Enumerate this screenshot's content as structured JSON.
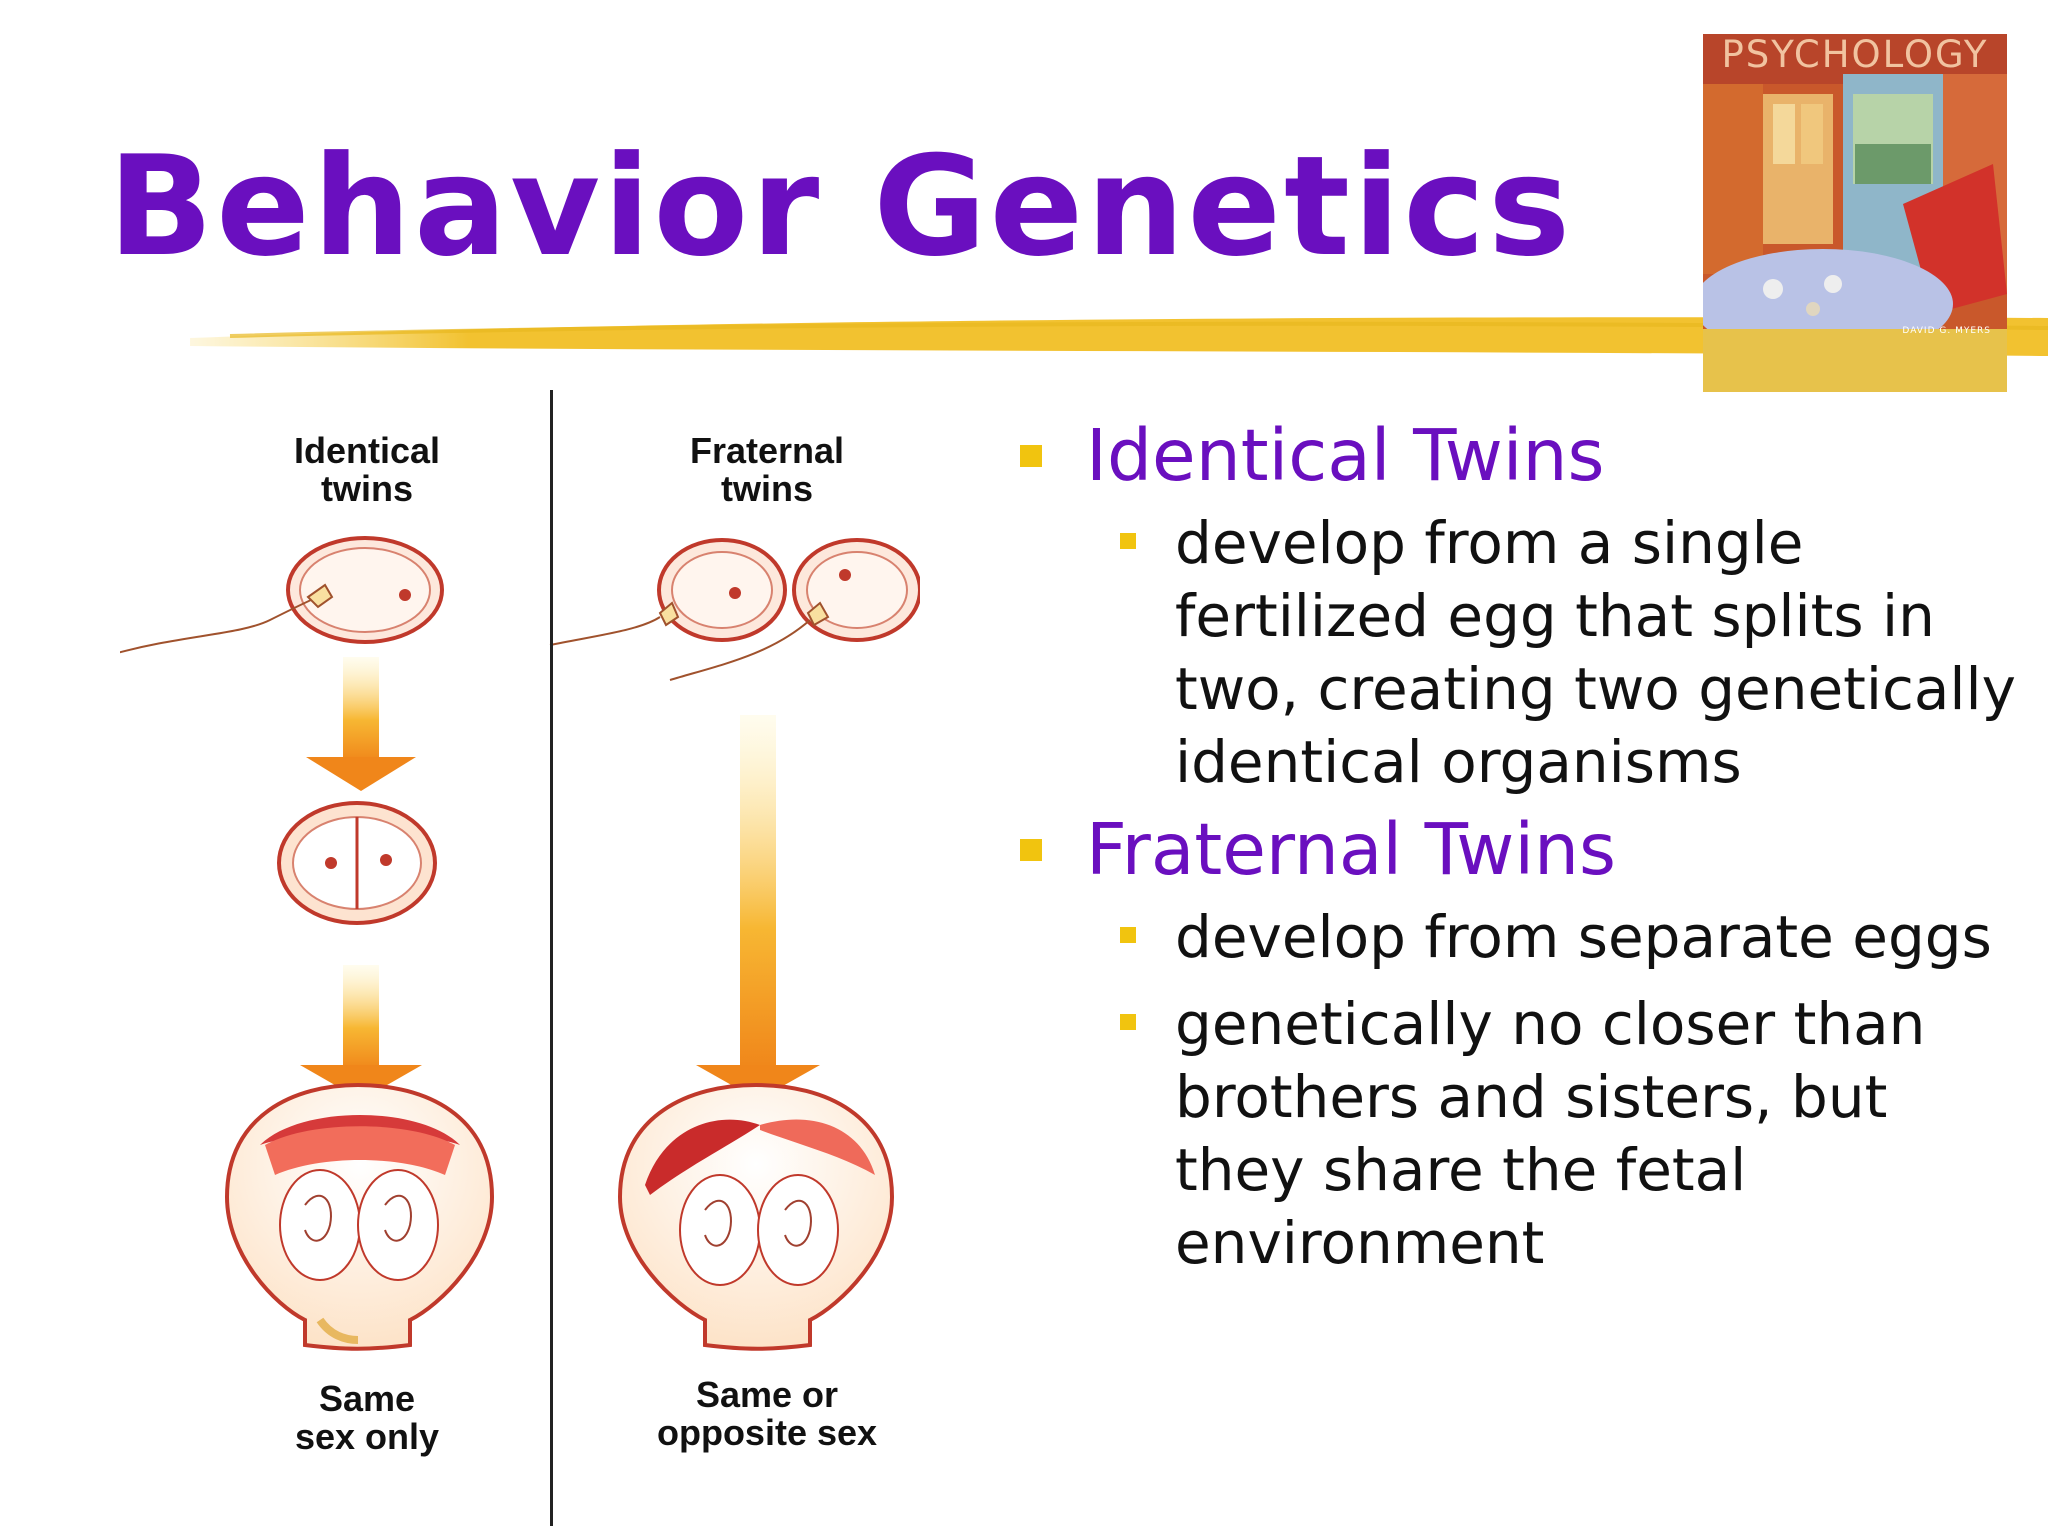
{
  "slide": {
    "title": "Behavior Genetics"
  },
  "book_cover": {
    "title": "PSYCHOLOGY",
    "author": "DAVID G. MYERS"
  },
  "diagram": {
    "identical_label_line1": "Identical",
    "identical_label_line2": "twins",
    "fraternal_label_line1": "Fraternal",
    "fraternal_label_line2": "twins",
    "identical_result_line1": "Same",
    "identical_result_line2": "sex only",
    "fraternal_result_line1": "Same or",
    "fraternal_result_line2": "opposite sex"
  },
  "bullets": [
    {
      "heading": "Identical Twins",
      "subs": [
        "develop from a single fertilized egg that splits in two, creating two genetically identical organisms"
      ]
    },
    {
      "heading": "Fraternal Twins",
      "subs": [
        "develop from separate eggs",
        "genetically no closer than brothers and sisters, but they share the fetal environment"
      ]
    }
  ],
  "colors": {
    "title": "#6a0fbf",
    "heading": "#6a0fbf",
    "bullet_marker": "#f1c40f",
    "underline_stroke": "#f2c230",
    "arrow_orange": "#f39a1c",
    "cell_outline": "#c0392b"
  }
}
